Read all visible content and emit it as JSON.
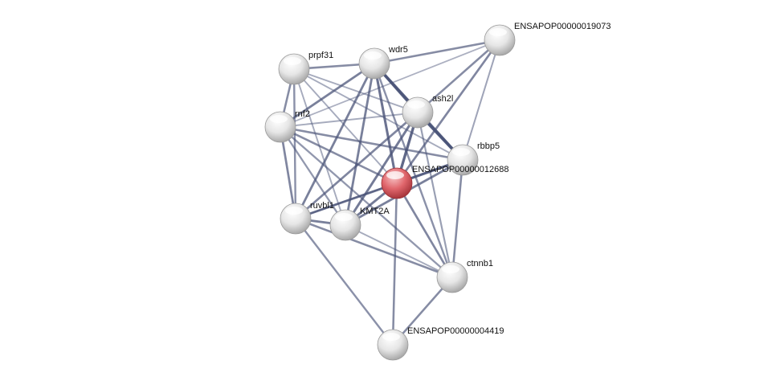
{
  "network": {
    "colors": {
      "node_default": "#e4e4e4",
      "node_query": "#e0666c",
      "edge": "#4a5378"
    },
    "nodes": [
      {
        "id": "prpf31",
        "label": "prpf31"
      },
      {
        "id": "wdr5",
        "label": "wdr5"
      },
      {
        "id": "ENSAPOP00000019073",
        "label": "ENSAPOP00000019073"
      },
      {
        "id": "ash2l",
        "label": "ash2l"
      },
      {
        "id": "rnf2",
        "label": "rnf2"
      },
      {
        "id": "rbbp5",
        "label": "rbbp5"
      },
      {
        "id": "ENSAPOP00000012688",
        "label": "ENSAPOP00000012688",
        "query": true
      },
      {
        "id": "ruvbl1",
        "label": "ruvbl1"
      },
      {
        "id": "KMT2A",
        "label": "KMT2A"
      },
      {
        "id": "ctnnb1",
        "label": "ctnnb1"
      },
      {
        "id": "ENSAPOP00000004419",
        "label": "ENSAPOP00000004419"
      }
    ],
    "edges": [
      [
        "prpf31",
        "wdr5",
        0.6
      ],
      [
        "prpf31",
        "rnf2",
        0.6
      ],
      [
        "prpf31",
        "ruvbl1",
        0.55
      ],
      [
        "prpf31",
        "KMT2A",
        0.35
      ],
      [
        "prpf31",
        "ash2l",
        0.35
      ],
      [
        "prpf31",
        "rbbp5",
        0.35
      ],
      [
        "prpf31",
        "ENSAPOP00000012688",
        0.35
      ],
      [
        "wdr5",
        "ENSAPOP00000019073",
        0.6
      ],
      [
        "wdr5",
        "ash2l",
        0.9
      ],
      [
        "wdr5",
        "rbbp5",
        0.95
      ],
      [
        "wdr5",
        "ENSAPOP00000012688",
        0.8
      ],
      [
        "wdr5",
        "rnf2",
        0.7
      ],
      [
        "wdr5",
        "ruvbl1",
        0.7
      ],
      [
        "wdr5",
        "KMT2A",
        0.7
      ],
      [
        "wdr5",
        "ctnnb1",
        0.55
      ],
      [
        "ENSAPOP00000019073",
        "ash2l",
        0.6
      ],
      [
        "ENSAPOP00000019073",
        "rbbp5",
        0.4
      ],
      [
        "ENSAPOP00000019073",
        "ENSAPOP00000012688",
        0.65
      ],
      [
        "ENSAPOP00000019073",
        "rnf2",
        0.3
      ],
      [
        "ash2l",
        "rbbp5",
        0.95
      ],
      [
        "ash2l",
        "ENSAPOP00000012688",
        0.9
      ],
      [
        "ash2l",
        "rnf2",
        0.35
      ],
      [
        "ash2l",
        "ruvbl1",
        0.65
      ],
      [
        "ash2l",
        "KMT2A",
        0.75
      ],
      [
        "ash2l",
        "ctnnb1",
        0.45
      ],
      [
        "rnf2",
        "ruvbl1",
        0.65
      ],
      [
        "rnf2",
        "KMT2A",
        0.5
      ],
      [
        "rnf2",
        "ENSAPOP00000012688",
        0.6
      ],
      [
        "rnf2",
        "rbbp5",
        0.6
      ],
      [
        "rnf2",
        "ctnnb1",
        0.5
      ],
      [
        "rbbp5",
        "ENSAPOP00000012688",
        0.85
      ],
      [
        "rbbp5",
        "KMT2A",
        0.7
      ],
      [
        "rbbp5",
        "ctnnb1",
        0.6
      ],
      [
        "rbbp5",
        "ruvbl1",
        0.5
      ],
      [
        "ENSAPOP00000012688",
        "KMT2A",
        0.75
      ],
      [
        "ENSAPOP00000012688",
        "ruvbl1",
        0.7
      ],
      [
        "ENSAPOP00000012688",
        "ctnnb1",
        0.65
      ],
      [
        "ENSAPOP00000012688",
        "ENSAPOP00000004419",
        0.6
      ],
      [
        "ruvbl1",
        "KMT2A",
        0.7
      ],
      [
        "ruvbl1",
        "ctnnb1",
        0.6
      ],
      [
        "ruvbl1",
        "ENSAPOP00000004419",
        0.55
      ],
      [
        "KMT2A",
        "ctnnb1",
        0.35
      ],
      [
        "ctnnb1",
        "ENSAPOP00000004419",
        0.6
      ]
    ]
  }
}
